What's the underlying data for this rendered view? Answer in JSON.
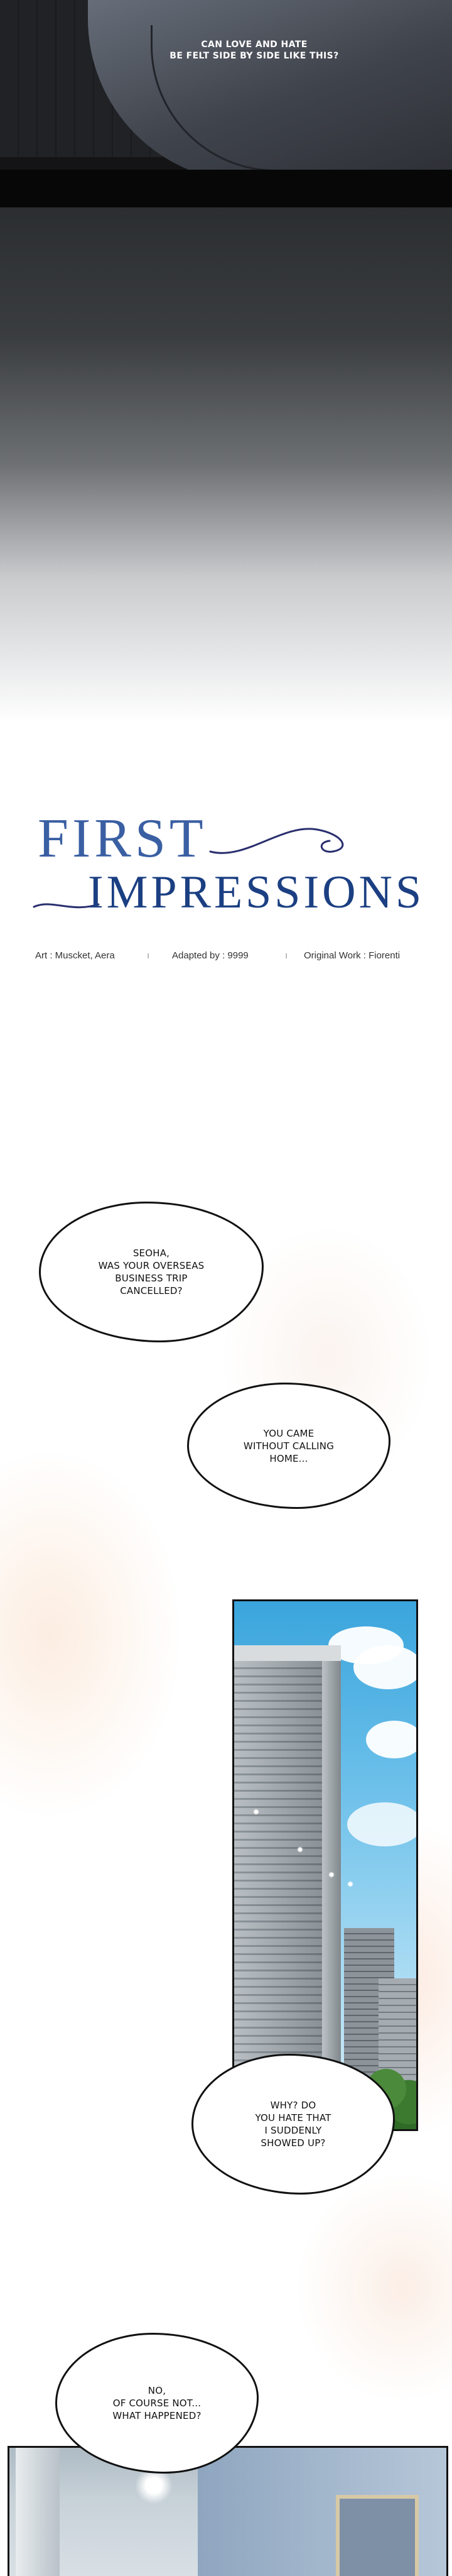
{
  "top_caption": "CAN LOVE AND HATE\nBE FELT SIDE BY SIDE LIKE THIS?",
  "title": {
    "line1": "FIRST",
    "line2": "IMPRESSIONS"
  },
  "credits": {
    "art": "Art : Muscket, Aera",
    "adapted": "Adapted by : 9999",
    "original": "Original Work : Fiorenti",
    "separator": "ı"
  },
  "bubbles": [
    {
      "text": "SEOHA,\nWAS YOUR OVERSEAS\nBUSINESS TRIP\nCANCELLED?"
    },
    {
      "text": "YOU CAME\nWITHOUT CALLING\nHOME..."
    },
    {
      "text": "WHY? DO\nYOU HATE THAT\nI SUDDENLY\nSHOWED UP?"
    },
    {
      "text": "NO,\nOF COURSE NOT...\nWHAT HAPPENED?"
    }
  ],
  "colors": {
    "title_primary": "#3a5fa3",
    "title_secondary": "#1b3f82",
    "swash": "#2a2f6e"
  }
}
